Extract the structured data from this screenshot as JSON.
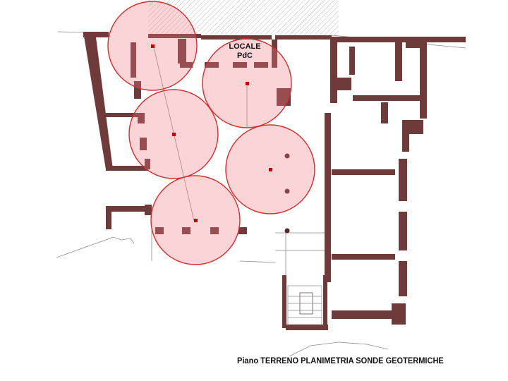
{
  "labels": {
    "room_line1": "LOCALE",
    "room_line2": "PdC",
    "caption": "Piano TERRENO PLANIMETRIA SONDE GEOTERMICHE"
  },
  "zones": [
    {
      "id": "probe-1"
    },
    {
      "id": "probe-2"
    },
    {
      "id": "probe-3"
    },
    {
      "id": "probe-4"
    },
    {
      "id": "probe-5"
    }
  ],
  "colors": {
    "wall": "#6e3a3a",
    "zone_fill": "#f27882",
    "zone_stroke": "#d03030",
    "probe": "#c00000"
  }
}
